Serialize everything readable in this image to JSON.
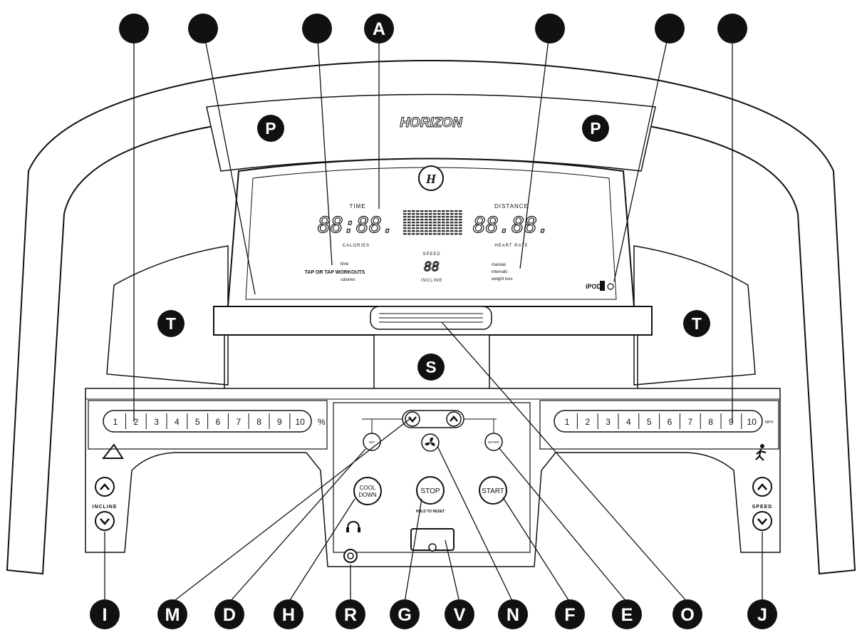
{
  "brand": "HORIZON",
  "logo_monogram": "H",
  "display": {
    "time_label": "TIME",
    "time_value": "88:88.",
    "calories_label": "CALORIES",
    "distance_label": "DISTANCE",
    "distance_value": "88.88.",
    "heart_rate_label": "HEART RATE",
    "speed_label": "SPEED",
    "speed_value": "88",
    "incline_label": "INCLINE",
    "workout_heading": "TAP OR TAP WORKOUTS",
    "workout_left": [
      "time",
      "calories"
    ],
    "workout_right": [
      "manual",
      "intervals",
      "weight loss"
    ],
    "ipod_label": "iPOD"
  },
  "incline_keys": [
    "1",
    "2",
    "3",
    "4",
    "5",
    "6",
    "7",
    "8",
    "9",
    "10"
  ],
  "incline_unit": "%",
  "speed_keys": [
    "1",
    "2",
    "3",
    "4",
    "5",
    "6",
    "7",
    "8",
    "9",
    "10"
  ],
  "speed_unit": "MPH",
  "buttons": {
    "cool_down_line1": "COOL",
    "cool_down_line2": "DOWN",
    "stop": "STOP",
    "stop_sub": "HOLD TO RESET",
    "start": "START",
    "incline": "INCLINE",
    "speed": "SPEED",
    "fan_label": "FAN",
    "left_small": "SET",
    "right_small": "ENTER"
  },
  "callouts_top": [
    "",
    "",
    "",
    "A",
    "",
    "",
    ""
  ],
  "callouts_bottom": [
    "I",
    "M",
    "D",
    "H",
    "R",
    "G",
    "V",
    "N",
    "F",
    "E",
    "O",
    "J"
  ],
  "panel_labels": {
    "p_left": "P",
    "p_right": "P",
    "t_left": "T",
    "t_right": "T",
    "s_center": "S"
  }
}
